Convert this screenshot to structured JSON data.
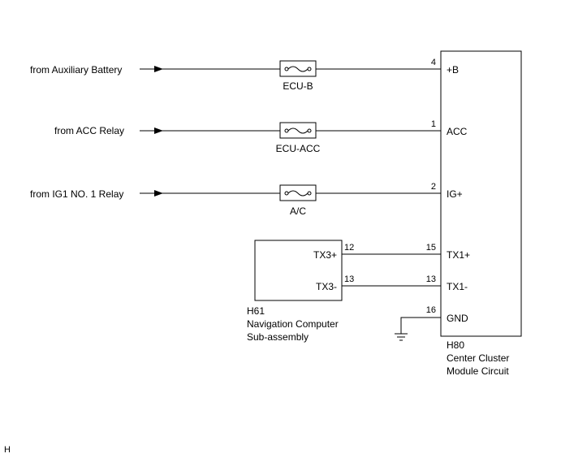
{
  "sources": [
    {
      "label": "from Auxiliary Battery",
      "fuse": "ECU-B",
      "pin": "4",
      "terminal": "+B"
    },
    {
      "label": "from ACC Relay",
      "fuse": "ECU-ACC",
      "pin": "1",
      "terminal": "ACC"
    },
    {
      "label": "from IG1 NO. 1 Relay",
      "fuse": "A/C",
      "pin": "2",
      "terminal": "IG+"
    }
  ],
  "nav_computer": {
    "id": "H61",
    "name_line1": "Navigation Computer",
    "name_line2": "Sub-assembly",
    "terminals": [
      {
        "label": "TX3+",
        "pin": "12"
      },
      {
        "label": "TX3-",
        "pin": "13"
      }
    ]
  },
  "comm_lines": [
    {
      "pin": "15",
      "terminal": "TX1+"
    },
    {
      "pin": "13",
      "terminal": "TX1-"
    }
  ],
  "ground": {
    "pin": "16",
    "terminal": "GND"
  },
  "cluster": {
    "id": "H80",
    "name_line1": "Center Cluster",
    "name_line2": "Module Circuit"
  },
  "corner_mark": "H"
}
